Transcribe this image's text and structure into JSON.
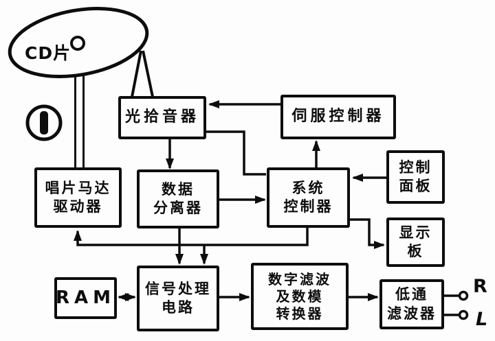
{
  "canvas": {
    "background": "#fdfdfd",
    "ink": "#0d0d0d"
  },
  "disc": {
    "label": "CD片",
    "icon": "cd-disc"
  },
  "badge": {
    "icon": "circled-one"
  },
  "nodes": {
    "pickup": {
      "label": "光拾音器"
    },
    "servo": {
      "label": "伺服控制器"
    },
    "motor_driver": {
      "line1": "唱片马达",
      "line2": "驱动器"
    },
    "data_separator": {
      "line1": "数据",
      "line2": "分离器"
    },
    "system_controller": {
      "line1": "系统",
      "line2": "控制器"
    },
    "control_panel": {
      "line1": "控制",
      "line2": "面板"
    },
    "display_board": {
      "line1": "显示",
      "line2": "板"
    },
    "ram": {
      "label": "RAM"
    },
    "signal_processor": {
      "line1": "信号处理",
      "line2": "电路"
    },
    "digital_filter_dac": {
      "line1": "数字滤波",
      "line2": "及数模",
      "line3": "转换器"
    },
    "low_pass_filter": {
      "line1": "低通",
      "line2": "滤波器"
    }
  },
  "outputs": {
    "right": "R",
    "left": "L"
  },
  "edges": [
    {
      "from": "cd_disc",
      "to": "motor_driver",
      "style": "spindle-shaft"
    },
    {
      "from": "cd_disc",
      "to": "pickup",
      "style": "laser-beam"
    },
    {
      "from": "servo",
      "to": "pickup",
      "arrow": true
    },
    {
      "from": "pickup",
      "to": "data_separator",
      "arrow": true
    },
    {
      "from": "pickup",
      "to": "system_controller",
      "arrow": false
    },
    {
      "from": "data_separator",
      "to": "system_controller",
      "arrow": true
    },
    {
      "from": "system_controller",
      "to": "servo",
      "arrow": true
    },
    {
      "from": "control_panel",
      "to": "system_controller",
      "arrow": true
    },
    {
      "from": "system_controller",
      "to": "display_board",
      "arrow": true
    },
    {
      "from": "system_controller",
      "to": "motor_driver",
      "arrow": true
    },
    {
      "from": "system_controller",
      "to": "signal_processor",
      "arrow": true
    },
    {
      "from": "data_separator",
      "to": "signal_processor",
      "arrow": true
    },
    {
      "from": "ram",
      "to": "signal_processor",
      "bidirectional": true
    },
    {
      "from": "signal_processor",
      "to": "digital_filter_dac",
      "arrow": true
    },
    {
      "from": "digital_filter_dac",
      "to": "low_pass_filter",
      "arrow": true
    },
    {
      "from": "low_pass_filter",
      "to": "output_R",
      "terminal": "circle"
    },
    {
      "from": "low_pass_filter",
      "to": "output_L",
      "terminal": "circle"
    }
  ]
}
